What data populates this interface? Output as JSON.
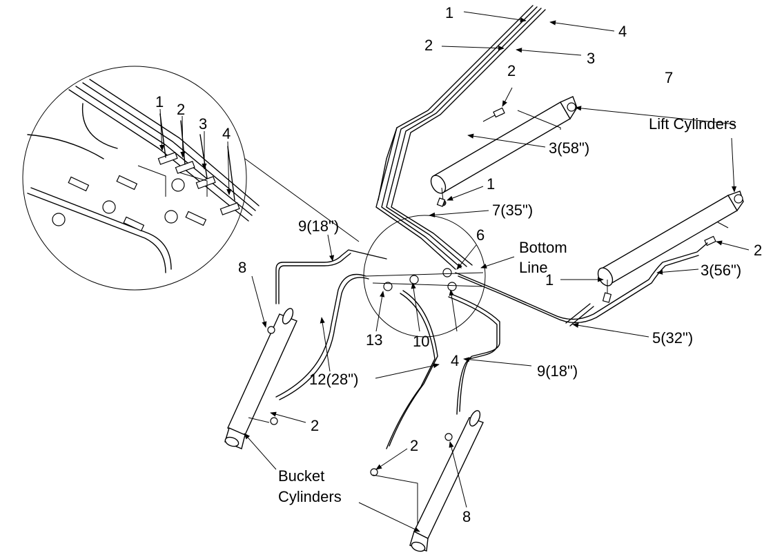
{
  "labels": {
    "top_1": "1",
    "top_4": "4",
    "top_2": "2",
    "top_3": "3",
    "right_7": "7",
    "lift_fitting_2": "2",
    "lift_cylinders": "Lift Cylinders",
    "hose_3_58": "3(58\")",
    "fitting_1_upper": "1",
    "hose_7_35": "7(35\")",
    "hose_9_18_left": "9(18\")",
    "item_6": "6",
    "bottom_line_1": "Bottom",
    "bottom_line_2": "Line",
    "right_fitting_2": "2",
    "hose_3_56": "3(56\")",
    "fitting_1_lower": "1",
    "hose_5_32": "5(32\")",
    "item_8_left": "8",
    "item_13": "13",
    "item_10": "10",
    "item_4_tee": "4",
    "hose_12_28": "12(28\")",
    "hose_9_18_right": "9(18\")",
    "bucket_fitting_2_left": "2",
    "bucket_fitting_2_mid": "2",
    "bucket_cylinders_1": "Bucket",
    "bucket_cylinders_2": "Cylinders",
    "item_8_bottom": "8",
    "detail_1": "1",
    "detail_2": "2",
    "detail_3": "3",
    "detail_4": "4"
  }
}
